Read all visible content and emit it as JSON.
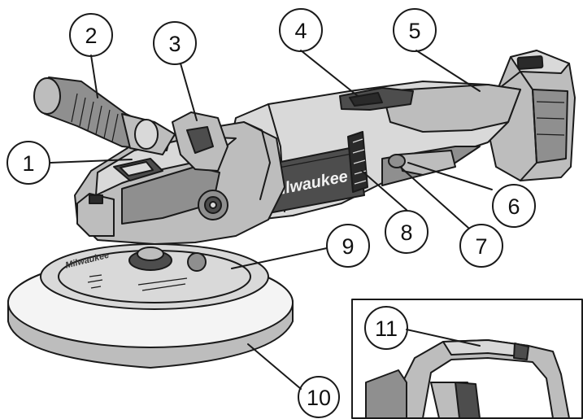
{
  "figure": {
    "brand_text": "Milwaukee",
    "pad_text": "Milwaukee",
    "callouts": [
      {
        "id": "1",
        "label": "1"
      },
      {
        "id": "2",
        "label": "2"
      },
      {
        "id": "3",
        "label": "3"
      },
      {
        "id": "4",
        "label": "4"
      },
      {
        "id": "5",
        "label": "5"
      },
      {
        "id": "6",
        "label": "6"
      },
      {
        "id": "7",
        "label": "7"
      },
      {
        "id": "8",
        "label": "8"
      },
      {
        "id": "9",
        "label": "9"
      },
      {
        "id": "10",
        "label": "10"
      },
      {
        "id": "11",
        "label": "11"
      }
    ]
  }
}
